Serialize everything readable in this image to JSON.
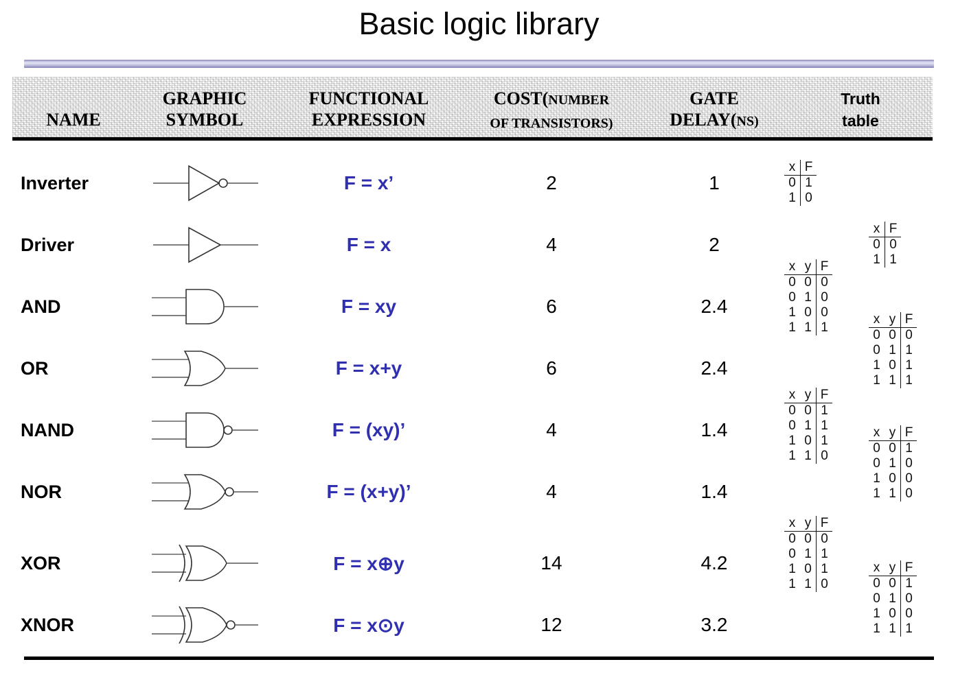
{
  "title": "Basic logic library",
  "header": {
    "name": "NAME",
    "graphic_line1": "GRAPHIC",
    "graphic_line2": "SYMBOL",
    "functional_line1": "FUNCTIONAL",
    "functional_line2": "EXPRESSION",
    "cost_line1a": "COST(",
    "cost_line1b": "NUMBER",
    "cost_line2": "OF TRANSISTORS)",
    "gate_line1": "GATE",
    "gate_line2a": "DELAY(",
    "gate_line2b": "NS)",
    "truth_line1": "Truth",
    "truth_line2": "table"
  },
  "colors": {
    "expression_blue": "#2f2fb0",
    "rule_black": "#000000",
    "bar_lavender": "#9a9ac4",
    "header_band_gray": "#eeeeee"
  },
  "rows": [
    {
      "name": "Inverter",
      "symbol": "inverter-gate-symbol",
      "expression": "F = x’",
      "cost": "2",
      "delay": "1"
    },
    {
      "name": "Driver",
      "symbol": "buffer-gate-symbol",
      "expression": "F = x",
      "cost": "4",
      "delay": "2"
    },
    {
      "name": "AND",
      "symbol": "and-gate-symbol",
      "expression": "F = xy",
      "cost": "6",
      "delay": "2.4"
    },
    {
      "name": "OR",
      "symbol": "or-gate-symbol",
      "expression": "F = x+y",
      "cost": "6",
      "delay": "2.4"
    },
    {
      "name": "NAND",
      "symbol": "nand-gate-symbol",
      "expression": "F = (xy)’",
      "cost": "4",
      "delay": "1.4"
    },
    {
      "name": "NOR",
      "symbol": "nor-gate-symbol",
      "expression": "F = (x+y)’",
      "cost": "4",
      "delay": "1.4"
    },
    {
      "name": "XOR",
      "symbol": "xor-gate-symbol",
      "expression": "F = x⊕y",
      "cost": "14",
      "delay": "4.2"
    },
    {
      "name": "XNOR",
      "symbol": "xnor-gate-symbol",
      "expression": "F = x⊙y",
      "cost": "12",
      "delay": "3.2"
    }
  ],
  "truth_tables": [
    {
      "id": "inverter-truth-table",
      "for": "Inverter",
      "headers": [
        "x",
        "F"
      ],
      "rows": [
        [
          "0",
          "1"
        ],
        [
          "1",
          "0"
        ]
      ]
    },
    {
      "id": "driver-truth-table",
      "for": "Driver",
      "headers": [
        "x",
        "F"
      ],
      "rows": [
        [
          "0",
          "0"
        ],
        [
          "1",
          "1"
        ]
      ]
    },
    {
      "id": "and-truth-table",
      "for": "AND",
      "headers": [
        "x",
        "y",
        "F"
      ],
      "rows": [
        [
          "0",
          "0",
          "0"
        ],
        [
          "0",
          "1",
          "0"
        ],
        [
          "1",
          "0",
          "0"
        ],
        [
          "1",
          "1",
          "1"
        ]
      ]
    },
    {
      "id": "or-truth-table",
      "for": "OR",
      "headers": [
        "x",
        "y",
        "F"
      ],
      "rows": [
        [
          "0",
          "0",
          "0"
        ],
        [
          "0",
          "1",
          "1"
        ],
        [
          "1",
          "0",
          "1"
        ],
        [
          "1",
          "1",
          "1"
        ]
      ]
    },
    {
      "id": "nand-truth-table",
      "for": "NAND",
      "headers": [
        "x",
        "y",
        "F"
      ],
      "rows": [
        [
          "0",
          "0",
          "1"
        ],
        [
          "0",
          "1",
          "1"
        ],
        [
          "1",
          "0",
          "1"
        ],
        [
          "1",
          "1",
          "0"
        ]
      ]
    },
    {
      "id": "nor-truth-table",
      "for": "NOR",
      "headers": [
        "x",
        "y",
        "F"
      ],
      "rows": [
        [
          "0",
          "0",
          "1"
        ],
        [
          "0",
          "1",
          "0"
        ],
        [
          "1",
          "0",
          "0"
        ],
        [
          "1",
          "1",
          "0"
        ]
      ]
    },
    {
      "id": "xor-truth-table",
      "for": "XOR",
      "headers": [
        "x",
        "y",
        "F"
      ],
      "rows": [
        [
          "0",
          "0",
          "0"
        ],
        [
          "0",
          "1",
          "1"
        ],
        [
          "1",
          "0",
          "1"
        ],
        [
          "1",
          "1",
          "0"
        ]
      ]
    },
    {
      "id": "xnor-truth-table",
      "for": "XNOR",
      "headers": [
        "x",
        "y",
        "F"
      ],
      "rows": [
        [
          "0",
          "0",
          "1"
        ],
        [
          "0",
          "1",
          "0"
        ],
        [
          "1",
          "0",
          "0"
        ],
        [
          "1",
          "1",
          "1"
        ]
      ]
    }
  ]
}
